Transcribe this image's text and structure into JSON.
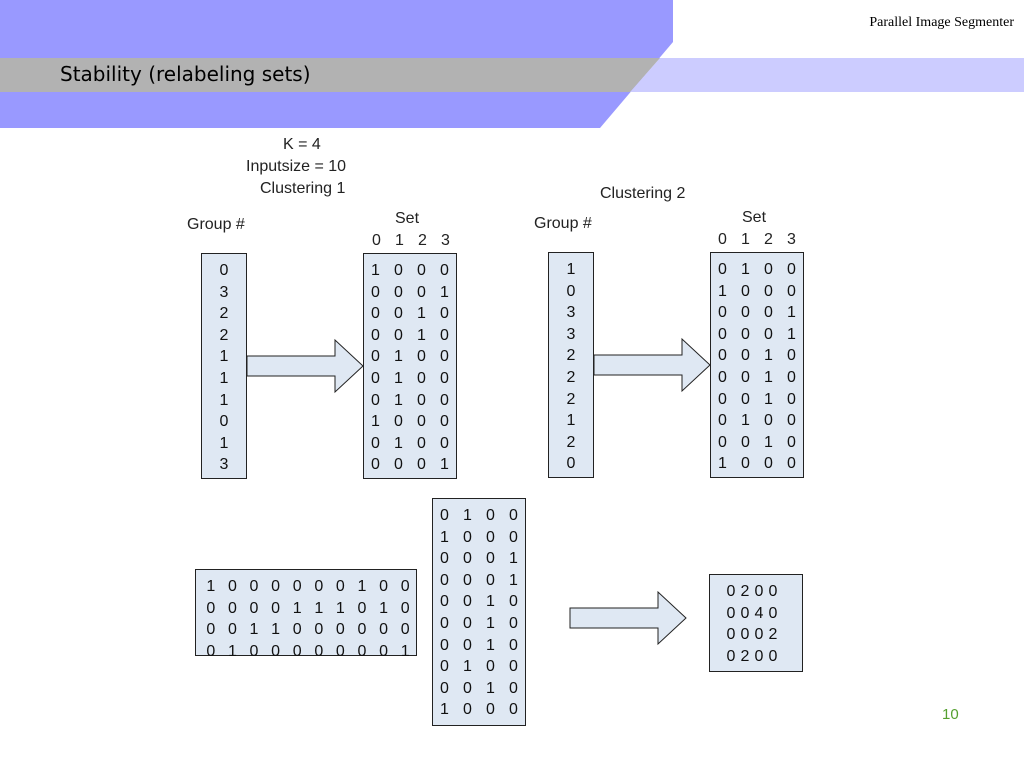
{
  "header": {
    "caption": "Parallel Image Segmenter",
    "title": "Stability (relabeling sets)",
    "page_number": "10"
  },
  "colors": {
    "band_purple": "#9999ff",
    "band_gray": "#b2b2b2",
    "band_light": "#ccccff",
    "box_fill": "#dfe8f3",
    "page_number": "#55a030"
  },
  "top_info": {
    "line1": "K  =  4",
    "line2": "Inputsize  =  10",
    "line3": "Clustering 1"
  },
  "clustering1": {
    "group_label": "Group  #",
    "set_label": "Set",
    "set_header": [
      "0",
      "1",
      "2",
      "3"
    ],
    "groups": [
      "0",
      "3",
      "2",
      "2",
      "1",
      "1",
      "1",
      "0",
      "1",
      "3"
    ],
    "matrix": [
      [
        "1",
        "0",
        "0",
        "0"
      ],
      [
        "0",
        "0",
        "0",
        "1"
      ],
      [
        "0",
        "0",
        "1",
        "0"
      ],
      [
        "0",
        "0",
        "1",
        "0"
      ],
      [
        "0",
        "1",
        "0",
        "0"
      ],
      [
        "0",
        "1",
        "0",
        "0"
      ],
      [
        "0",
        "1",
        "0",
        "0"
      ],
      [
        "1",
        "0",
        "0",
        "0"
      ],
      [
        "0",
        "1",
        "0",
        "0"
      ],
      [
        "0",
        "0",
        "0",
        "1"
      ]
    ]
  },
  "clustering2": {
    "title": "Clustering 2",
    "group_label": "Group  #",
    "set_label": "Set",
    "set_header": [
      "0",
      "1",
      "2",
      "3"
    ],
    "groups": [
      "1",
      "0",
      "3",
      "3",
      "2",
      "2",
      "2",
      "1",
      "2",
      "0"
    ],
    "matrix": [
      [
        "0",
        "1",
        "0",
        "0"
      ],
      [
        "1",
        "0",
        "0",
        "0"
      ],
      [
        "0",
        "0",
        "0",
        "1"
      ],
      [
        "0",
        "0",
        "0",
        "1"
      ],
      [
        "0",
        "0",
        "1",
        "0"
      ],
      [
        "0",
        "0",
        "1",
        "0"
      ],
      [
        "0",
        "0",
        "1",
        "0"
      ],
      [
        "0",
        "1",
        "0",
        "0"
      ],
      [
        "0",
        "0",
        "1",
        "0"
      ],
      [
        "1",
        "0",
        "0",
        "0"
      ]
    ]
  },
  "product": {
    "transposed": [
      [
        "1",
        "0",
        "0",
        "0",
        "0",
        "0",
        "0",
        "1",
        "0",
        "0"
      ],
      [
        "0",
        "0",
        "0",
        "0",
        "1",
        "1",
        "1",
        "0",
        "1",
        "0"
      ],
      [
        "0",
        "0",
        "1",
        "1",
        "0",
        "0",
        "0",
        "0",
        "0",
        "0"
      ],
      [
        "0",
        "1",
        "0",
        "0",
        "0",
        "0",
        "0",
        "0",
        "0",
        "1"
      ]
    ],
    "second": [
      [
        "0",
        "1",
        "0",
        "0"
      ],
      [
        "1",
        "0",
        "0",
        "0"
      ],
      [
        "0",
        "0",
        "0",
        "1"
      ],
      [
        "0",
        "0",
        "0",
        "1"
      ],
      [
        "0",
        "0",
        "1",
        "0"
      ],
      [
        "0",
        "0",
        "1",
        "0"
      ],
      [
        "0",
        "0",
        "1",
        "0"
      ],
      [
        "0",
        "1",
        "0",
        "0"
      ],
      [
        "0",
        "0",
        "1",
        "0"
      ],
      [
        "1",
        "0",
        "0",
        "0"
      ]
    ],
    "result": [
      [
        "0",
        "2",
        "0",
        "0"
      ],
      [
        "0",
        "0",
        "4",
        "0"
      ],
      [
        "0",
        "0",
        "0",
        "2"
      ],
      [
        "0",
        "2",
        "0",
        "0"
      ]
    ]
  }
}
